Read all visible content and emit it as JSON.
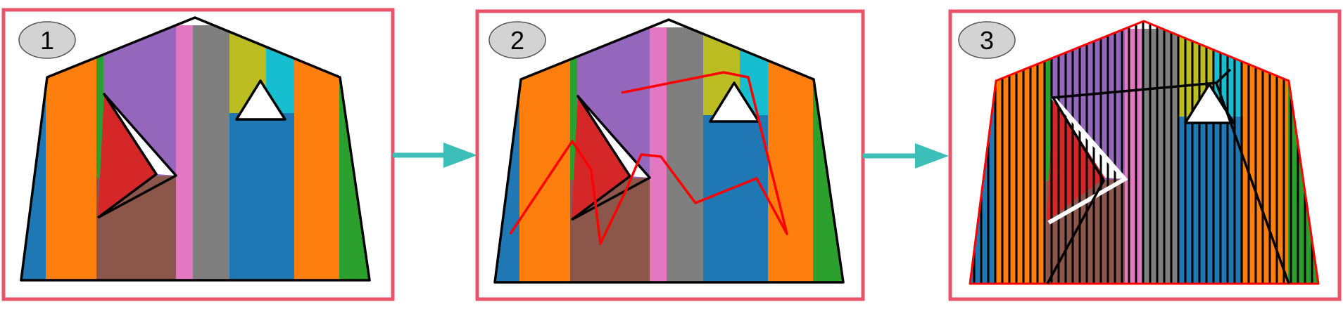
{
  "steps": [
    {
      "label": "1"
    },
    {
      "label": "2"
    },
    {
      "label": "3"
    }
  ],
  "colors": {
    "frame_border": "#e8546a",
    "arrow": "#3cbeb9",
    "path_red": "#ff0000",
    "badge_fill": "#d3d3d3",
    "stripe_palette": [
      "#1f77b4",
      "#ff7f0e",
      "#2ca02c",
      "#9467bd",
      "#e377c2",
      "#7f7f7f",
      "#bcbd22",
      "#17becf",
      "#d62728",
      "#8c564b"
    ]
  }
}
